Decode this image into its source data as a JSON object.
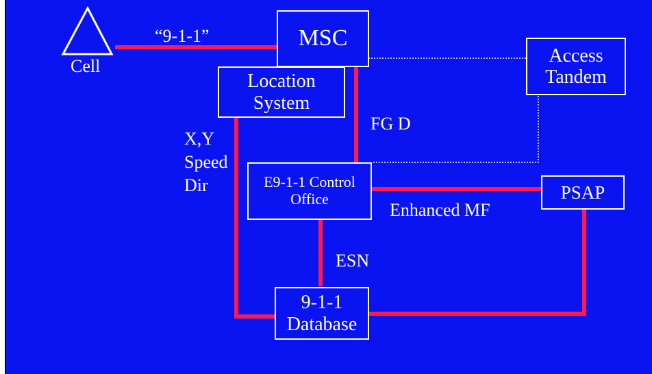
{
  "colors": {
    "background": "#0a14f0",
    "trunk_line": "#ff1a4b",
    "dotted_line": "#ffffff",
    "box_border": "#ffffff",
    "text": "#ffffff"
  },
  "nodes": {
    "cell": {
      "label": "Cell",
      "icon": "cell-tower-triangle-icon"
    },
    "msc": {
      "label": "MSC"
    },
    "location_system": {
      "line1": "Location",
      "line2": "System"
    },
    "access_tandem": {
      "line1": "Access",
      "line2": "Tandem"
    },
    "e911_control_office": {
      "line1": "E9-1-1 Control",
      "line2": "Office"
    },
    "psap": {
      "label": "PSAP"
    },
    "database_911": {
      "line1": "9-1-1",
      "line2": "Database"
    }
  },
  "links": {
    "cell_to_msc": "“9-1-1”",
    "msc_to_control": "FG D",
    "control_to_psap": "Enhanced MF",
    "control_to_database": "ESN",
    "location_data": [
      "X,Y",
      "Speed",
      "Dir"
    ]
  }
}
